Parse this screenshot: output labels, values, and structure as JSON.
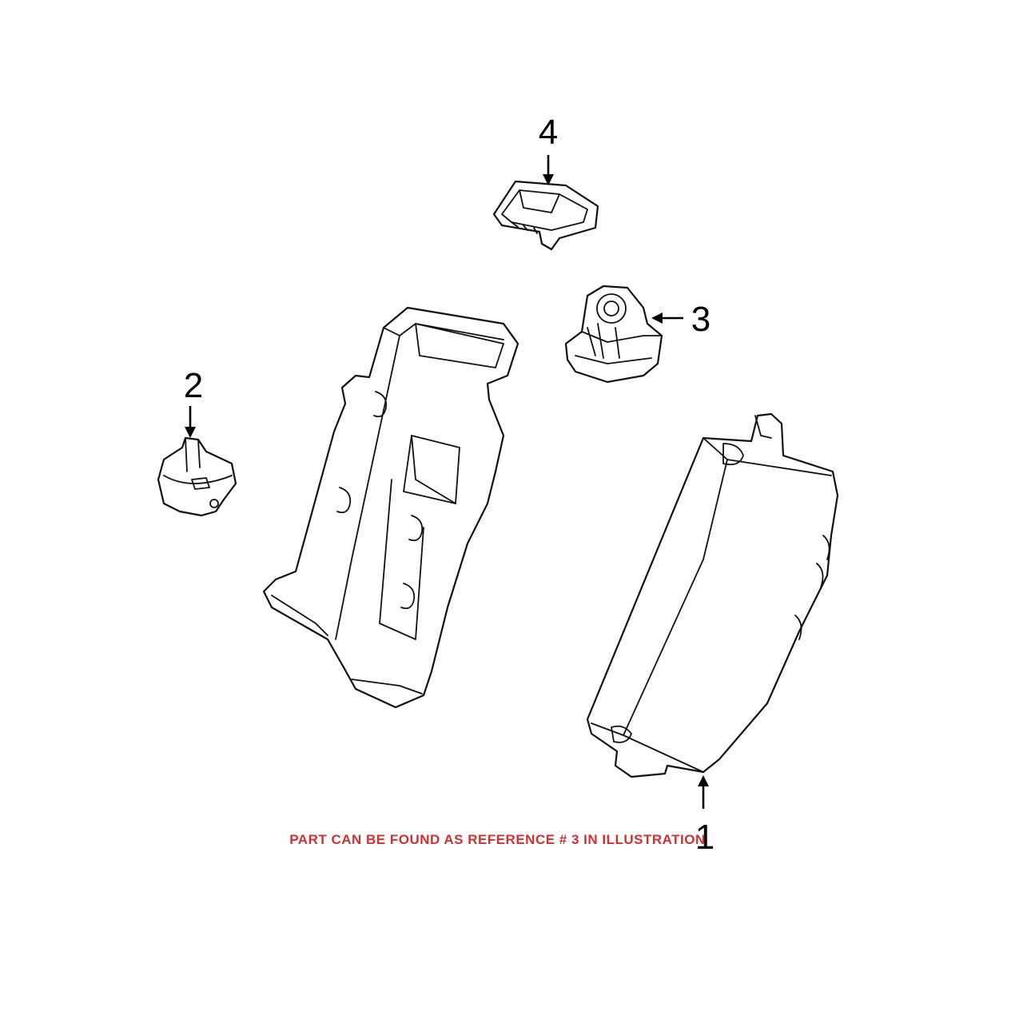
{
  "callouts": [
    {
      "id": "1",
      "label": "1"
    },
    {
      "id": "2",
      "label": "2"
    },
    {
      "id": "3",
      "label": "3"
    },
    {
      "id": "4",
      "label": "4"
    }
  ],
  "note": {
    "text": "PART CAN BE FOUND AS REFERENCE # 3 IN ILLUSTRATION",
    "color": "#d32f2f"
  },
  "colors": {
    "line": "#111111",
    "background": "#ffffff"
  }
}
